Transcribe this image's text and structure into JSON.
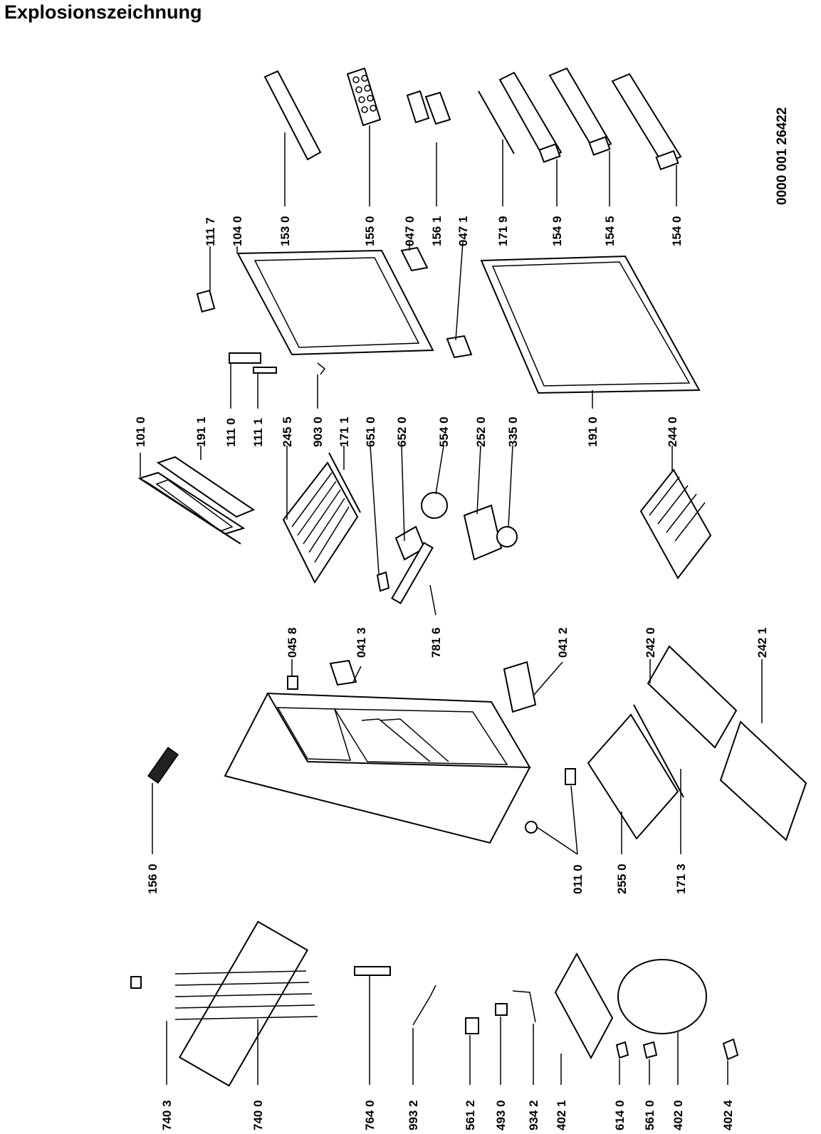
{
  "title": "Explosionszeichnung",
  "document_number": "0000 001 26422",
  "parts": [
    {
      "label": "111 7"
    },
    {
      "label": "104 0"
    },
    {
      "label": "153 0"
    },
    {
      "label": "155 0"
    },
    {
      "label": "047 0"
    },
    {
      "label": "156 1"
    },
    {
      "label": "047 1"
    },
    {
      "label": "171 9"
    },
    {
      "label": "154 9"
    },
    {
      "label": "154 5"
    },
    {
      "label": "154 0"
    },
    {
      "label": "101 0"
    },
    {
      "label": "191 1"
    },
    {
      "label": "111 0"
    },
    {
      "label": "111 1"
    },
    {
      "label": "245 5"
    },
    {
      "label": "903 0"
    },
    {
      "label": "171 1"
    },
    {
      "label": "651 0"
    },
    {
      "label": "652 0"
    },
    {
      "label": "554 0"
    },
    {
      "label": "252 0"
    },
    {
      "label": "335 0"
    },
    {
      "label": "191 0"
    },
    {
      "label": "244 0"
    },
    {
      "label": "045 8"
    },
    {
      "label": "041 3"
    },
    {
      "label": "781 6"
    },
    {
      "label": "041 2"
    },
    {
      "label": "242 0"
    },
    {
      "label": "242 1"
    },
    {
      "label": "156 0"
    },
    {
      "label": "011 0"
    },
    {
      "label": "255 0"
    },
    {
      "label": "171 3"
    },
    {
      "label": "740 3"
    },
    {
      "label": "740 0"
    },
    {
      "label": "764 0"
    },
    {
      "label": "993 2"
    },
    {
      "label": "561 2"
    },
    {
      "label": "493 0"
    },
    {
      "label": "934 2"
    },
    {
      "label": "402 1"
    },
    {
      "label": "614 0"
    },
    {
      "label": "561 0"
    },
    {
      "label": "402 0"
    },
    {
      "label": "402 4"
    }
  ]
}
